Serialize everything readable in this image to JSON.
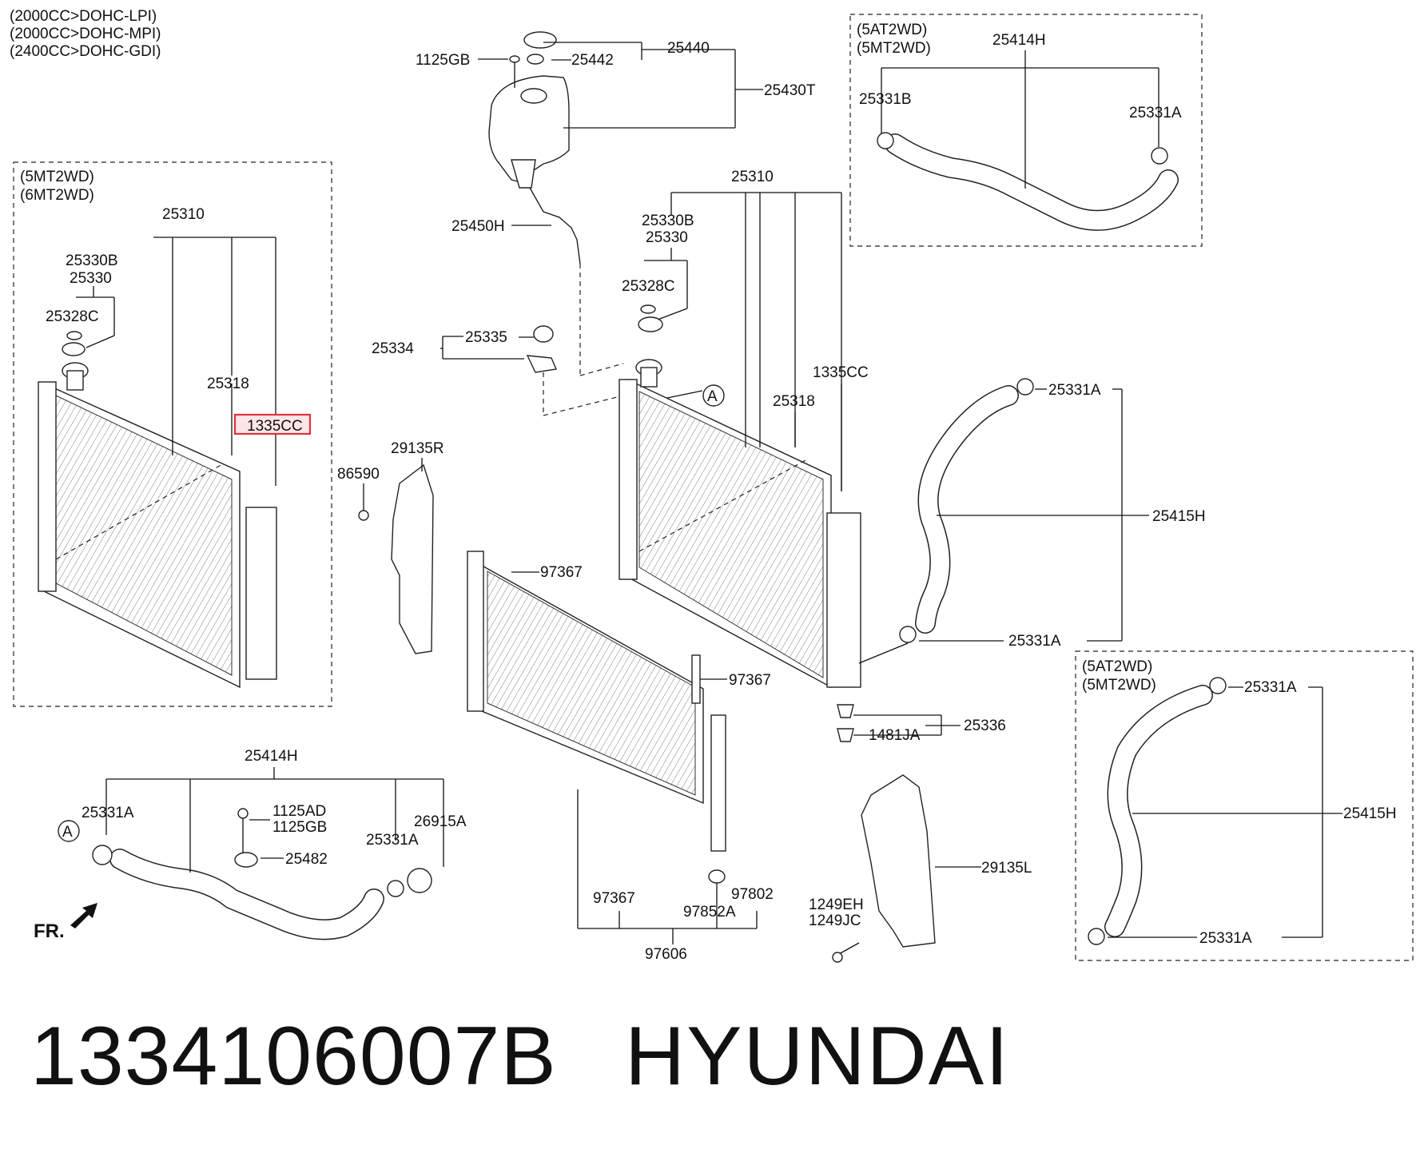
{
  "engine_notes": [
    "(2000CC>DOHC-LPI)",
    "(2000CC>DOHC-MPI)",
    "(2400CC>DOHC-GDI)"
  ],
  "boxes": {
    "left": [
      "(5MT2WD)",
      "(6MT2WD)"
    ],
    "top_right": [
      "(5AT2WD)",
      "(5MT2WD)"
    ],
    "bottom_right": [
      "(5AT2WD)",
      "(5MT2WD)"
    ]
  },
  "labels": {
    "p1125GB_top": "1125GB",
    "p25442": "25442",
    "p25440": "25440",
    "p25430T": "25430T",
    "p25450H": "25450H",
    "p25334": "25334",
    "p25335": "25335",
    "p25310_left": "25310",
    "p25330B_left": "25330B",
    "p25330_left": "25330",
    "p25328C_left": "25328C",
    "p25318_left": "25318",
    "p1335CC_left": "1335CC",
    "p25310_mid": "25310",
    "p25330B_mid": "25330B",
    "p25330_mid": "25330",
    "p25328C_mid": "25328C",
    "p25318_mid": "25318",
    "p1335CC_mid": "1335CC",
    "callout_A": "A",
    "p29135R": "29135R",
    "p86590": "86590",
    "p97367_a": "97367",
    "p97367_b": "97367",
    "p97367_c": "97367",
    "p97606": "97606",
    "p97852A": "97852A",
    "p97802": "97802",
    "p25336": "25336",
    "p1481JA": "1481JA",
    "p29135L": "29135L",
    "p1249EH": "1249EH",
    "p1249JC": "1249JC",
    "p25414H_top": "25414H",
    "p25331B_top": "25331B",
    "p25331A_top": "25331A",
    "p25331A_r1": "25331A",
    "p25415H_r": "25415H",
    "p25331A_r2": "25331A",
    "p25331A_br1": "25331A",
    "p25415H_br": "25415H",
    "p25331A_br2": "25331A",
    "p25414H_bot": "25414H",
    "p25331A_bl1": "25331A",
    "p1125AD": "1125AD",
    "p1125GB_bot": "1125GB",
    "p25482": "25482",
    "p25331A_bl2": "25331A",
    "p26915A": "26915A",
    "callout_A_bot": "A",
    "fr": "FR."
  },
  "footer": {
    "part_number": "1334106007B",
    "brand": "HYUNDAI"
  },
  "highlight_color": "#e0323c"
}
